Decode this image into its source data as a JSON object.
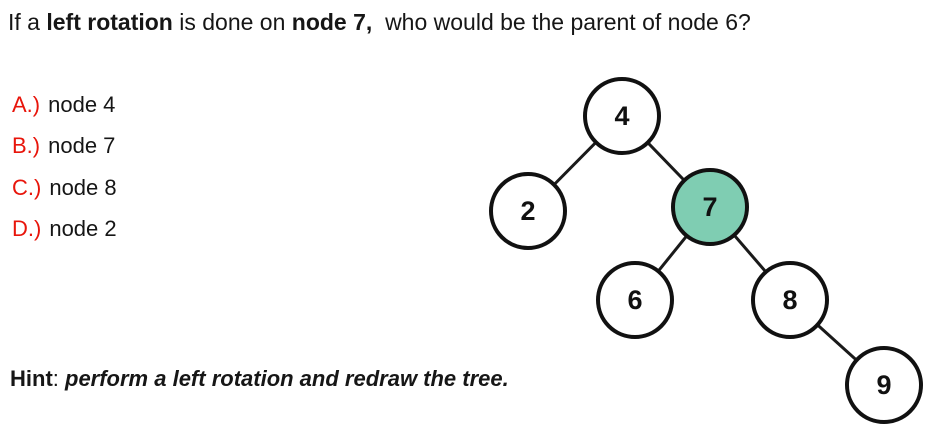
{
  "question": {
    "seg_1": "If a ",
    "seg_2": "left rotation",
    "seg_3": " is done on ",
    "seg_4": "node 7,",
    "seg_5": "  who would be the parent of node 6?"
  },
  "options": [
    {
      "letter": "A.)",
      "text": "node 4"
    },
    {
      "letter": "B.)",
      "text": "node 7"
    },
    {
      "letter": "C.)",
      "text": "node 8"
    },
    {
      "letter": "D.)",
      "text": "node 2"
    }
  ],
  "hint": {
    "label": "Hint",
    "separator": ": ",
    "text": "perform a left rotation and redraw the tree."
  },
  "tree": {
    "nodes": [
      {
        "value": "4",
        "highlighted": false
      },
      {
        "value": "2",
        "highlighted": false
      },
      {
        "value": "7",
        "highlighted": true
      },
      {
        "value": "6",
        "highlighted": false
      },
      {
        "value": "8",
        "highlighted": false
      },
      {
        "value": "9",
        "highlighted": false
      }
    ],
    "edges": [
      [
        "4",
        "2"
      ],
      [
        "4",
        "7"
      ],
      [
        "7",
        "6"
      ],
      [
        "7",
        "8"
      ],
      [
        "8",
        "9"
      ]
    ],
    "highlight_color": "#7fcdb2"
  },
  "colors": {
    "option_letter_red": "#e8150b",
    "node_highlight_teal": "#7fcdb2",
    "node_border_black": "#111111",
    "text_black": "#161616"
  }
}
